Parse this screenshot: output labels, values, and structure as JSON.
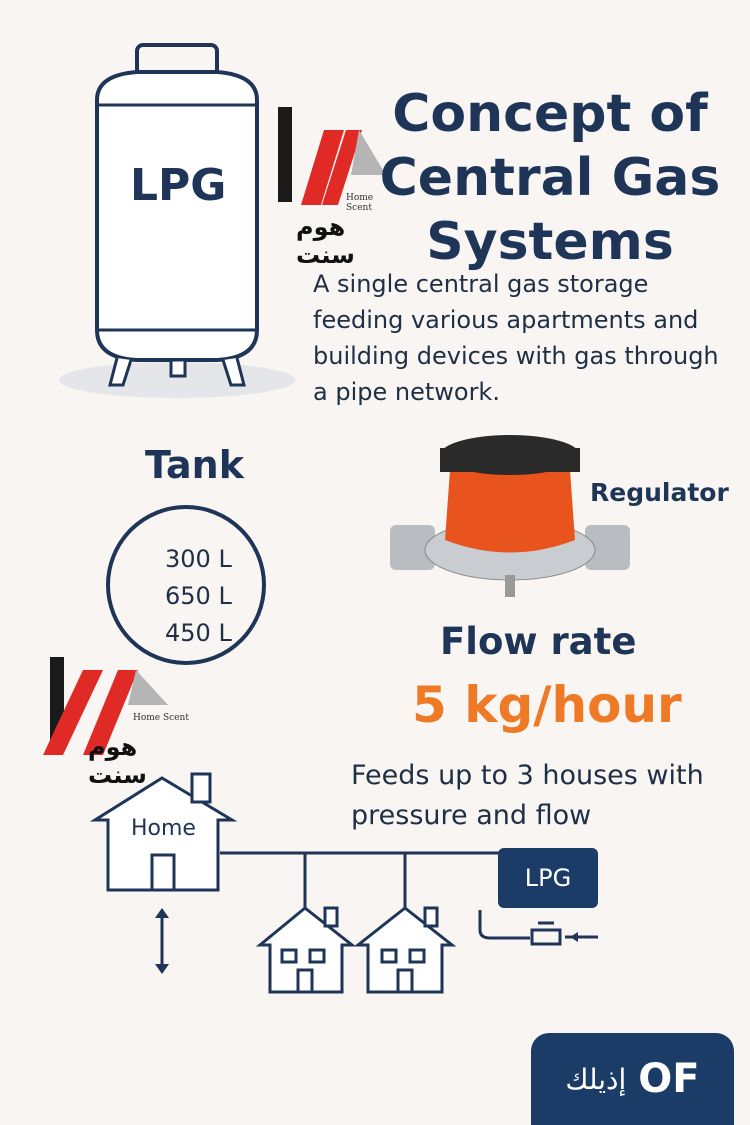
{
  "title": {
    "line1": "Concept of",
    "line2": "Central Gas",
    "line3": "Systems"
  },
  "description": "A single central gas storage feeding various apartments and building devices with gas through a pipe network.",
  "cylinder": {
    "label": "LPG"
  },
  "logo": {
    "text_en": "Home Scent",
    "text_ar": "هوم سنت"
  },
  "tank": {
    "label": "Tank",
    "capacities": [
      "300 L",
      "650 L",
      "450 L"
    ]
  },
  "regulator": {
    "label": "Regulator"
  },
  "flow": {
    "label": "Flow rate",
    "value": "5 kg/hour"
  },
  "feeds": "Feeds up to 3 houses with pressure and flow",
  "diagram": {
    "home_label": "Home",
    "lpg_label": "LPG"
  },
  "badge": {
    "latin": "OF",
    "arabic": "إذيلك"
  },
  "colors": {
    "navy": "#1e3557",
    "orange": "#ef7a26",
    "background": "#f8f5f3",
    "logo_red": "#e02a25"
  }
}
